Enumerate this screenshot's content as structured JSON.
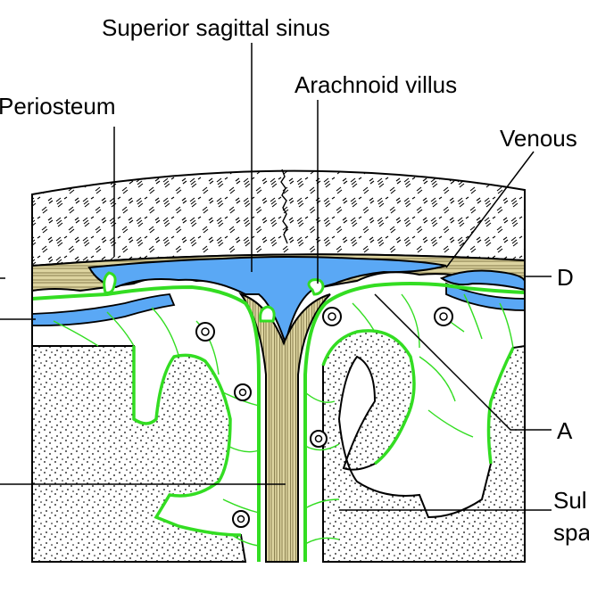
{
  "labels": {
    "superior_sagittal_sinus": "Superior sagittal sinus",
    "arachnoid_villus": "Arachnoid villus",
    "periosteum": "Periosteum",
    "venous": "Venous",
    "dura": "D",
    "arachnoid": "A",
    "subarachnoid_line1": "Sul",
    "subarachnoid_line2": "spa"
  },
  "colors": {
    "sinus_blue": "#5aa8f5",
    "arachnoid_green": "#33dd22",
    "dura_tan": "#ddd4a0",
    "outline": "#000000",
    "background": "#ffffff"
  }
}
